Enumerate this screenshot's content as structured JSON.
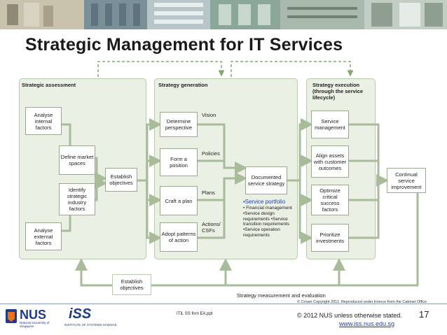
{
  "title": "Strategic Management for IT Services",
  "panels": {
    "assessment": "Strategic assessment",
    "generation": "Strategy generation",
    "execution": "Strategy execution (through the service lifecycle)"
  },
  "assessment": {
    "analyse_internal": "Analyse internal factors",
    "define_market": "Define market spaces",
    "identify_industry": "Identify strategic industry factors",
    "analyse_external": "Analyse external factors",
    "establish_objectives": "Establish objectives"
  },
  "generation": {
    "determine_perspective": "Determine perspective",
    "form_position": "Form a position",
    "craft_plan": "Craft a plan",
    "adopt_patterns": "Adopt patterns of action",
    "vision": "Vision",
    "policies": "Policies",
    "plans": "Plans",
    "actions": "Actions/ CSFs",
    "documented_strategy": "Documented service strategy",
    "service_portfolio": "•Service portfolio",
    "portfolio_items": "• Financial management •Service design requirements •Service transition requirements •Service operation requirements"
  },
  "execution": {
    "service_management": "Service management",
    "align_assets": "Align assets with customer outcomes",
    "optimize_critical": "Optimize critical success factors",
    "prioritize": "Prioritize investments"
  },
  "continual": "Continual service improvement",
  "bottom_establish": "Establish objectives",
  "measurement": "Strategy measurement and evaluation",
  "crown": "© Crown Copyright 2011. Reproduced under licence from the Cabinet Office",
  "footer": {
    "file": "ITIL SS fnrn EA.ppt",
    "copyright": "© 2012 NUS unless otherwise stated.",
    "url": "www.iss.nus.edu.sg",
    "page": "17"
  },
  "logos": {
    "nus": "NUS",
    "nus_sub": "National University of Singapore",
    "iss": "iSS",
    "iss_sub": "INSTITUTE OF SYSTEMS SCIENCE"
  },
  "colors": {
    "panel": "#eaf0e4",
    "arrow": "#a8bc9a",
    "dashed": "#86a870",
    "nus_blue": "#1f3c88",
    "nus_orange": "#e8731c"
  }
}
